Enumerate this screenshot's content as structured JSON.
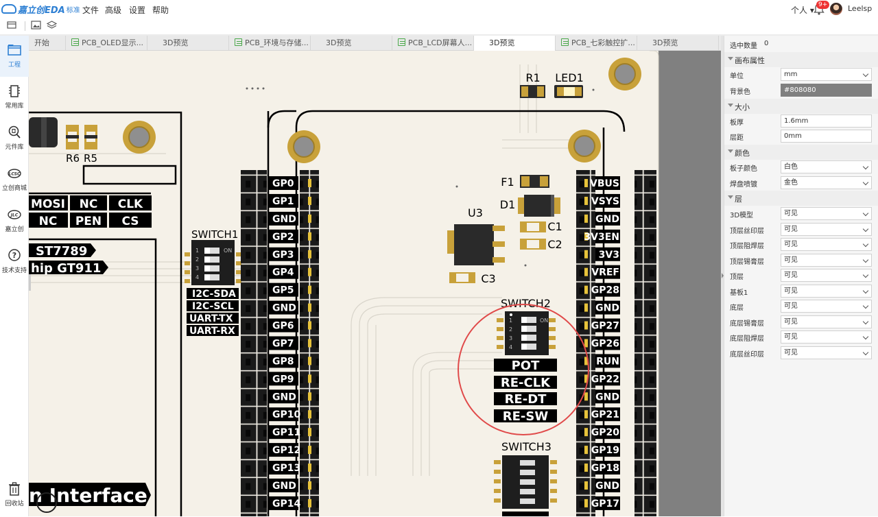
{
  "app": {
    "name": "嘉立创EDA",
    "edition": "标准"
  },
  "menu": [
    "文件",
    "高级",
    "设置",
    "帮助"
  ],
  "user": {
    "mode": "个人",
    "notify_count": "9+",
    "name": "Leelsp"
  },
  "leftnav": [
    {
      "label": "工程",
      "icon": "project-icon"
    },
    {
      "label": "常用库",
      "icon": "chip-icon"
    },
    {
      "label": "元件库",
      "icon": "search-component-icon"
    },
    {
      "label": "立创商城",
      "icon": "lcsc-icon"
    },
    {
      "label": "嘉立创",
      "icon": "jlc-icon"
    },
    {
      "label": "技术支持",
      "icon": "help-icon"
    },
    {
      "label": "回收站",
      "icon": "trash-icon"
    }
  ],
  "tabs": [
    {
      "label": "开始",
      "pcb": false
    },
    {
      "label": "PCB_OLED显示...",
      "pcb": true
    },
    {
      "label": "3D预览",
      "pcb": false
    },
    {
      "label": "PCB_环境与存储...",
      "pcb": true
    },
    {
      "label": "3D预览",
      "pcb": false
    },
    {
      "label": "PCB_LCD屏幕人...",
      "pcb": true
    },
    {
      "label": "3D预览",
      "pcb": false,
      "active": true
    },
    {
      "label": "PCB_七彩触控扩...",
      "pcb": true
    },
    {
      "label": "3D预览",
      "pcb": false
    }
  ],
  "props": {
    "selected_label": "选中数量",
    "selected_value": "0",
    "sections": {
      "canvas": "画布属性",
      "size": "大小",
      "color": "颜色",
      "layers": "层"
    },
    "unit_label": "单位",
    "unit_value": "mm",
    "bg_label": "背景色",
    "bg_value": "#808080",
    "thickness_label": "板厚",
    "thickness_value": "1.6mm",
    "spacing_label": "层距",
    "spacing_value": "0mm",
    "board_color_label": "板子颜色",
    "board_color_value": "白色",
    "pad_label": "焊盘喷镀",
    "pad_value": "金色",
    "layer_rows": [
      {
        "label": "3D模型",
        "value": "可见"
      },
      {
        "label": "顶层丝印层",
        "value": "可见"
      },
      {
        "label": "顶层阻焊层",
        "value": "可见"
      },
      {
        "label": "顶层锡膏层",
        "value": "可见"
      },
      {
        "label": "顶层",
        "value": "可见"
      },
      {
        "label": "基板1",
        "value": "可见"
      },
      {
        "label": "底层",
        "value": "可见"
      },
      {
        "label": "底层锡膏层",
        "value": "可见"
      },
      {
        "label": "底层阻焊层",
        "value": "可见"
      },
      {
        "label": "底层丝印层",
        "value": "可见"
      }
    ]
  },
  "board": {
    "refs": {
      "r1": "R1",
      "led1": "LED1",
      "r6": "R6",
      "r5": "R5",
      "f1": "F1",
      "d1": "D1",
      "u3": "U3",
      "c1": "C1",
      "c2": "C2",
      "c3": "C3",
      "switch1": "SWITCH1",
      "switch2": "SWITCH2",
      "switch3": "SWITCH3"
    },
    "left_pins": [
      "GP0",
      "GP1",
      "GND",
      "GP2",
      "GP3",
      "GP4",
      "GP5",
      "GND",
      "GP6",
      "GP7",
      "GP8",
      "GP9",
      "GND",
      "GP10",
      "GP11",
      "GP12",
      "GP13",
      "GND",
      "GP14"
    ],
    "right_pins": [
      "VBUS",
      "VSYS",
      "GND",
      "3V3EN",
      "3V3",
      "VREF",
      "GP28",
      "GND",
      "GP27",
      "GP26",
      "RUN",
      "GP22",
      "GND",
      "GP21",
      "GP20",
      "GP19",
      "GP18",
      "GND",
      "GP17"
    ],
    "spi_labels": [
      "MOSI",
      "NC",
      "CLK",
      "NC",
      "PEN",
      "CS"
    ],
    "banner1": "ST7789",
    "banner2": "hip GT911",
    "switch1_labels": [
      "I2C-SDA",
      "I2C-SCL",
      "UART-TX",
      "UART-RX"
    ],
    "switch2_labels": [
      "POT",
      "RE-CLK",
      "RE-DT",
      "RE-SW"
    ],
    "bottom_text": "n Interface",
    "sw_on": "ON",
    "sw_nums": [
      "1",
      "2",
      "3",
      "4"
    ]
  },
  "colors": {
    "board": "#f5f1e8",
    "accent": "#2d7fd3",
    "gold": "#d7a52a",
    "highlight_circle": "#e04a4a"
  }
}
